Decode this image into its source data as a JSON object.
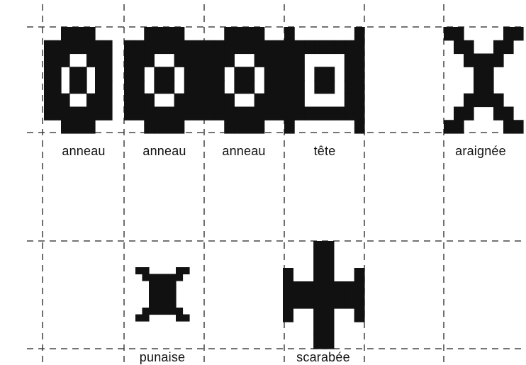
{
  "colors": {
    "ink": "#111111",
    "background": "#ffffff",
    "grid": "#222222"
  },
  "grid": {
    "line_style": "dashed",
    "cell_pattern_size": 8
  },
  "sprites": [
    {
      "id": "anneau-1",
      "label": "anneau",
      "pattern": [
        "00111100",
        "11111111",
        "11100111",
        "11011011",
        "11011011",
        "11100111",
        "11111111",
        "00111100"
      ]
    },
    {
      "id": "anneau-2",
      "label": "anneau",
      "pattern": [
        "00111100",
        "11111111",
        "11100111",
        "11011011",
        "11011011",
        "11100111",
        "11111111",
        "00111100"
      ]
    },
    {
      "id": "anneau-3",
      "label": "anneau",
      "pattern": [
        "00111100",
        "11111111",
        "11100111",
        "11011011",
        "11011011",
        "11100111",
        "11111111",
        "00111100"
      ]
    },
    {
      "id": "tete",
      "label": "tête",
      "pattern": [
        "10000001",
        "11111111",
        "11000011",
        "11011011",
        "11011011",
        "11000011",
        "11111111",
        "10000001"
      ]
    },
    {
      "id": "araignee",
      "label": "araignée",
      "pattern": [
        "11000011",
        "01100110",
        "00111100",
        "00011000",
        "00011000",
        "00111100",
        "01100110",
        "11000011"
      ]
    },
    {
      "id": "punaise",
      "label": "punaise",
      "pattern": [
        "11000011",
        "01111110",
        "00111100",
        "00111100",
        "00111100",
        "00111100",
        "01111110",
        "11000011"
      ]
    },
    {
      "id": "scarabee",
      "label": "scarabée",
      "pattern": [
        "00011000",
        "00011000",
        "10011001",
        "11111111",
        "11111111",
        "10011001",
        "00011000",
        "00011000"
      ]
    }
  ]
}
